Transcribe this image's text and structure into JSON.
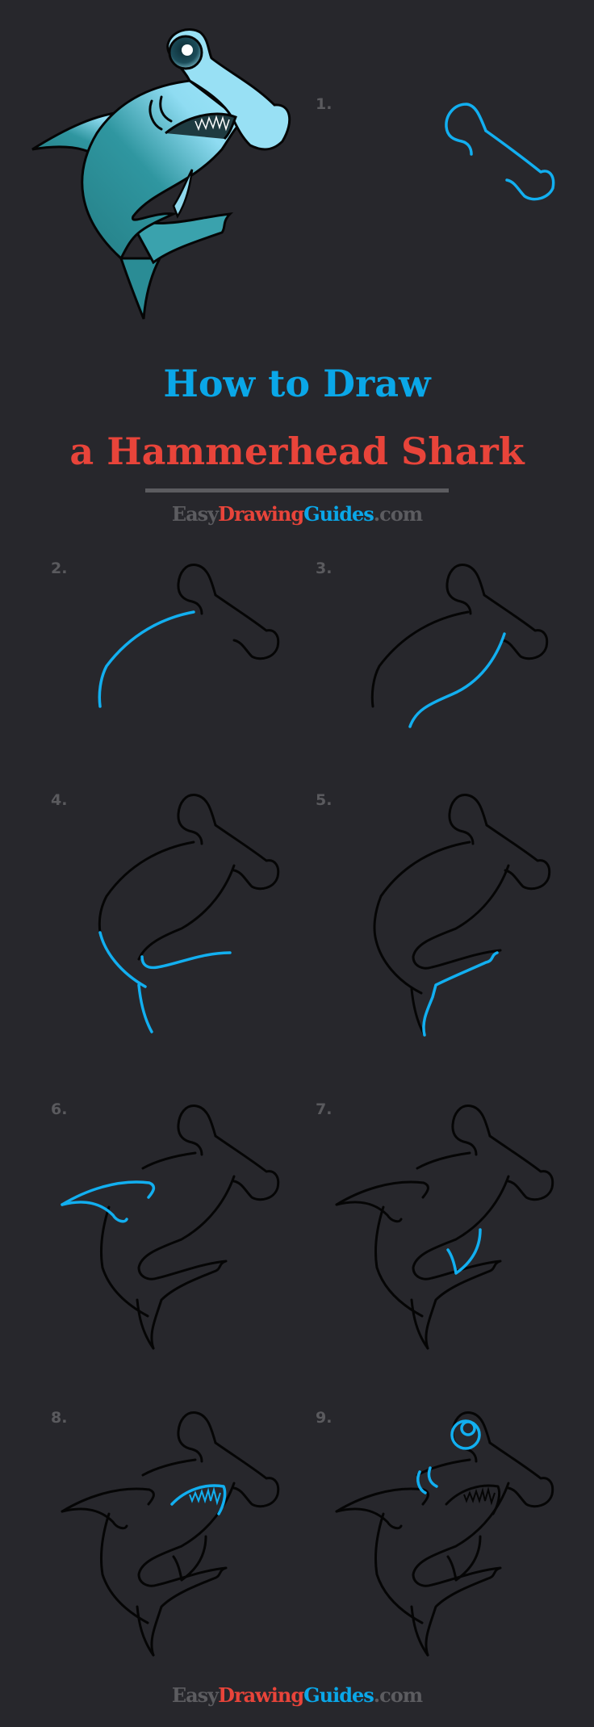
{
  "title": {
    "line1": "How to Draw",
    "line2": "a Hammerhead Shark"
  },
  "brand": {
    "easy": "Easy",
    "drawing": "Drawing",
    "guides": "Guides",
    "dotcom": ".com"
  },
  "colors": {
    "background": "#27272c",
    "title_blue": "#0aa7e8",
    "title_red": "#e8443a",
    "step_number": "#5a5a5e",
    "new_stroke": "#12aff0",
    "outline": "#050505",
    "shark_light": "#8fdcf2",
    "shark_dark": "#257f86"
  },
  "hero": {
    "image": "finished-hammerhead-shark-illustration"
  },
  "steps": [
    {
      "number": "1.",
      "highlight": "hammerhead-head-outline"
    },
    {
      "number": "2.",
      "highlight": "back-curve"
    },
    {
      "number": "3.",
      "highlight": "belly-line"
    },
    {
      "number": "4.",
      "highlight": "lower-body-and-tail-start"
    },
    {
      "number": "5.",
      "highlight": "tail-fin"
    },
    {
      "number": "6.",
      "highlight": "dorsal-fin"
    },
    {
      "number": "7.",
      "highlight": "pectoral-fin"
    },
    {
      "number": "8.",
      "highlight": "mouth-with-teeth"
    },
    {
      "number": "9.",
      "highlight": "eye-and-gills"
    }
  ]
}
